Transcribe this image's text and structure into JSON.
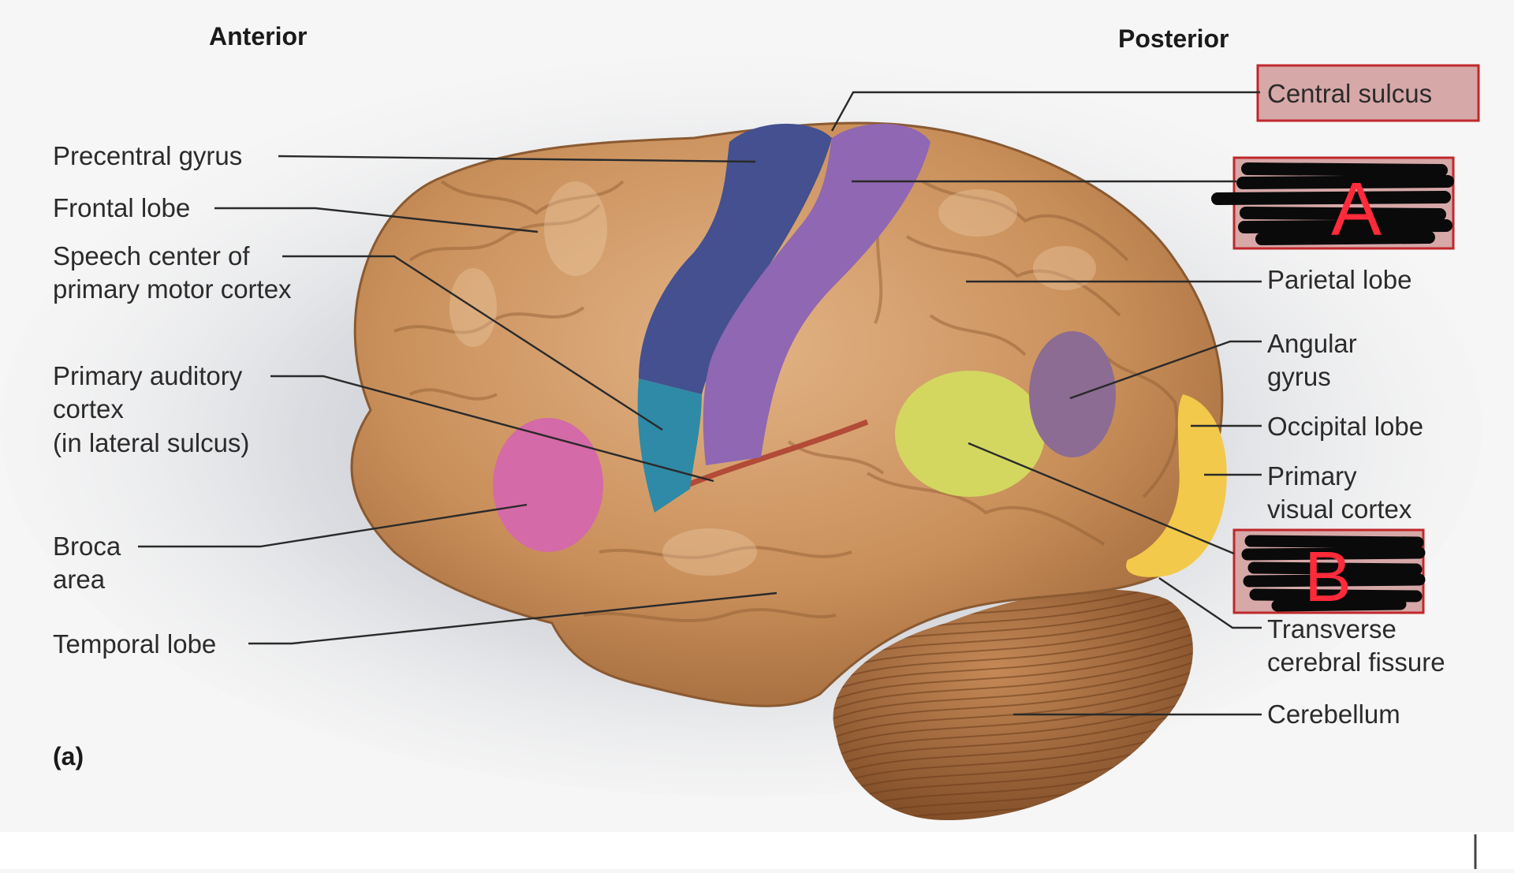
{
  "headers": {
    "anterior": "Anterior",
    "posterior": "Posterior"
  },
  "left_labels": {
    "precentral_gyrus": "Precentral gyrus",
    "frontal_lobe": "Frontal lobe",
    "speech_center_line1": "Speech center of",
    "speech_center_line2": "primary motor cortex",
    "auditory_line1": "Primary auditory",
    "auditory_line2": "cortex",
    "auditory_line3": "(in lateral sulcus)",
    "broca_line1": "Broca",
    "broca_line2": "area",
    "temporal_lobe": "Temporal lobe"
  },
  "right_labels": {
    "central_sulcus": "Central sulcus",
    "parietal_lobe": "Parietal lobe",
    "angular_line1": "Angular",
    "angular_line2": "gyrus",
    "occipital_lobe": "Occipital lobe",
    "visual_line1": "Primary",
    "visual_line2": "visual cortex",
    "transverse_line1": "Transverse",
    "transverse_line2": "cerebral fissure",
    "cerebellum": "Cerebellum"
  },
  "answer_boxes": {
    "a": "A",
    "b": "B"
  },
  "figure_label": "(a)",
  "colors": {
    "brain_base": "#c9935e",
    "brain_light": "#e9c29a",
    "brain_dark": "#8e5a30",
    "precentral": "#44508f",
    "postcentral": "#8f67b2",
    "speech": "#2e8aa6",
    "broca": "#d46aa8",
    "wernicke": "#d3d760",
    "angular": "#8c6c92",
    "visual": "#f2c94a",
    "cerebellum": "#a66c40",
    "box_fill": "#d7a8a8",
    "box_border": "#c0282b",
    "answer_ink": "#ff2a3a"
  }
}
